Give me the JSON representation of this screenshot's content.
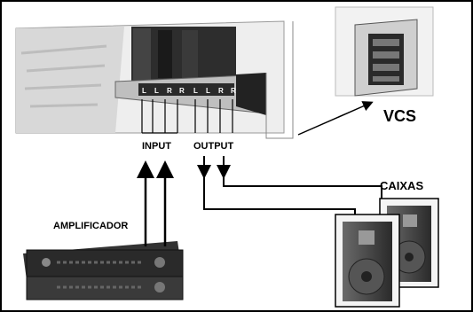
{
  "labels": {
    "input": "INPUT",
    "output": "OUTPUT",
    "vcs": "VCS",
    "caixas": "CAIXAS",
    "amplificador": "AMPLIFICADOR"
  },
  "terminal_marks": [
    "L",
    "L",
    "R",
    "R",
    "L",
    "L",
    "R",
    "R"
  ],
  "colors": {
    "frame": "#000000",
    "wire": "#000000",
    "panel": "#e4e4e4",
    "device": "#1e1e1e"
  }
}
